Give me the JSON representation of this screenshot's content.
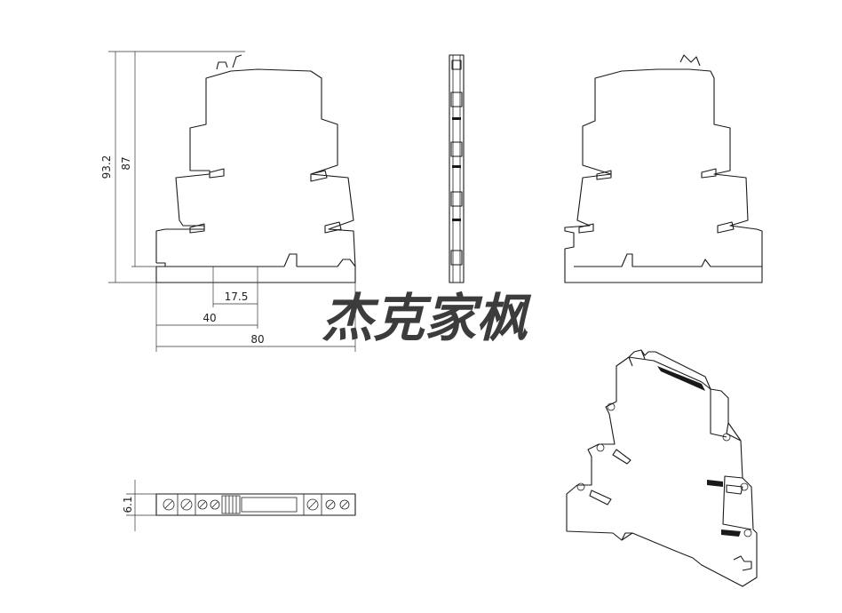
{
  "watermark": "杰克家枫",
  "dimensions": {
    "total_height": "93.2",
    "body_height": "87",
    "width_17_5": "17.5",
    "width_40": "40",
    "width_80": "80",
    "thickness": "6.1"
  },
  "views": [
    "front-view",
    "side-view",
    "rear-view",
    "top-view",
    "isometric-view"
  ]
}
